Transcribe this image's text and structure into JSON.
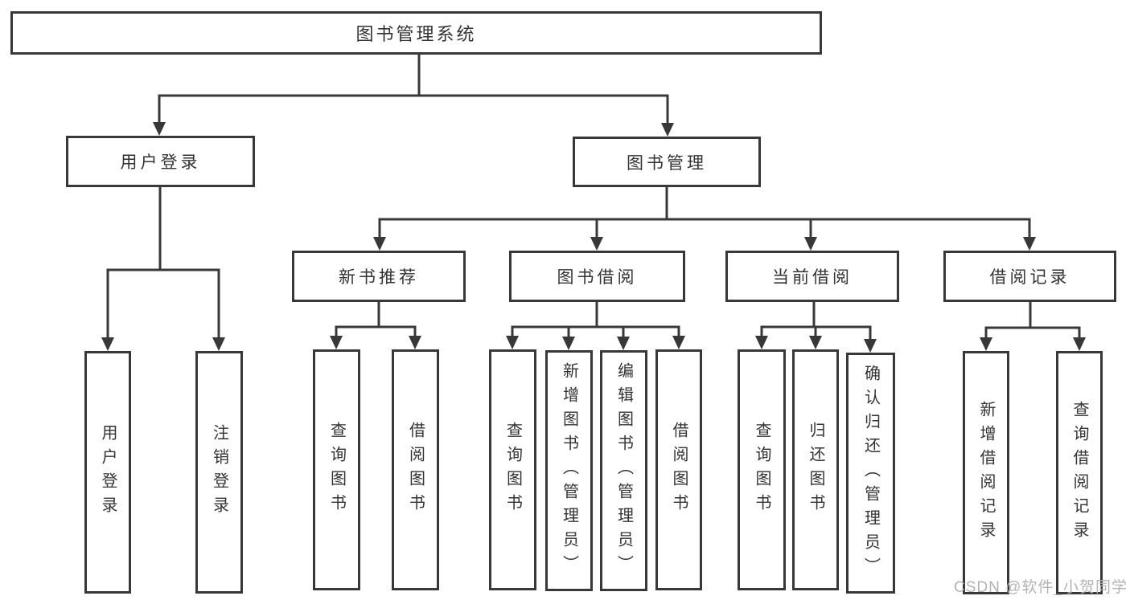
{
  "diagram_type": "hierarchy-tree",
  "root": {
    "label": "图书管理系统"
  },
  "level2": [
    {
      "id": "user_login",
      "label": "用户登录"
    },
    {
      "id": "book_management",
      "label": "图书管理"
    }
  ],
  "level3": [
    {
      "id": "new_book_recommend",
      "label": "新书推荐",
      "parent": "book_management"
    },
    {
      "id": "book_borrowing",
      "label": "图书借阅",
      "parent": "book_management"
    },
    {
      "id": "current_borrowing",
      "label": "当前借阅",
      "parent": "book_management"
    },
    {
      "id": "borrow_records",
      "label": "借阅记录",
      "parent": "book_management"
    }
  ],
  "leaves": {
    "user_login": [
      "用户登录",
      "注销登录"
    ],
    "new_book_recommend": [
      "查询图书",
      "借阅图书"
    ],
    "book_borrowing": [
      "查询图书",
      "新增图书（管理员）",
      "编辑图书（管理员）",
      "借阅图书"
    ],
    "current_borrowing": [
      "查询图书",
      "归还图书",
      "确认归还（管理员）"
    ],
    "borrow_records": [
      "新增借阅记录",
      "查询借阅记录"
    ]
  },
  "watermark": {
    "text": "CSDN @软件_小贺同学"
  },
  "colors": {
    "line": "#383838",
    "text": "#333333",
    "background": "#ffffff",
    "watermark": "#b3b3b3"
  }
}
